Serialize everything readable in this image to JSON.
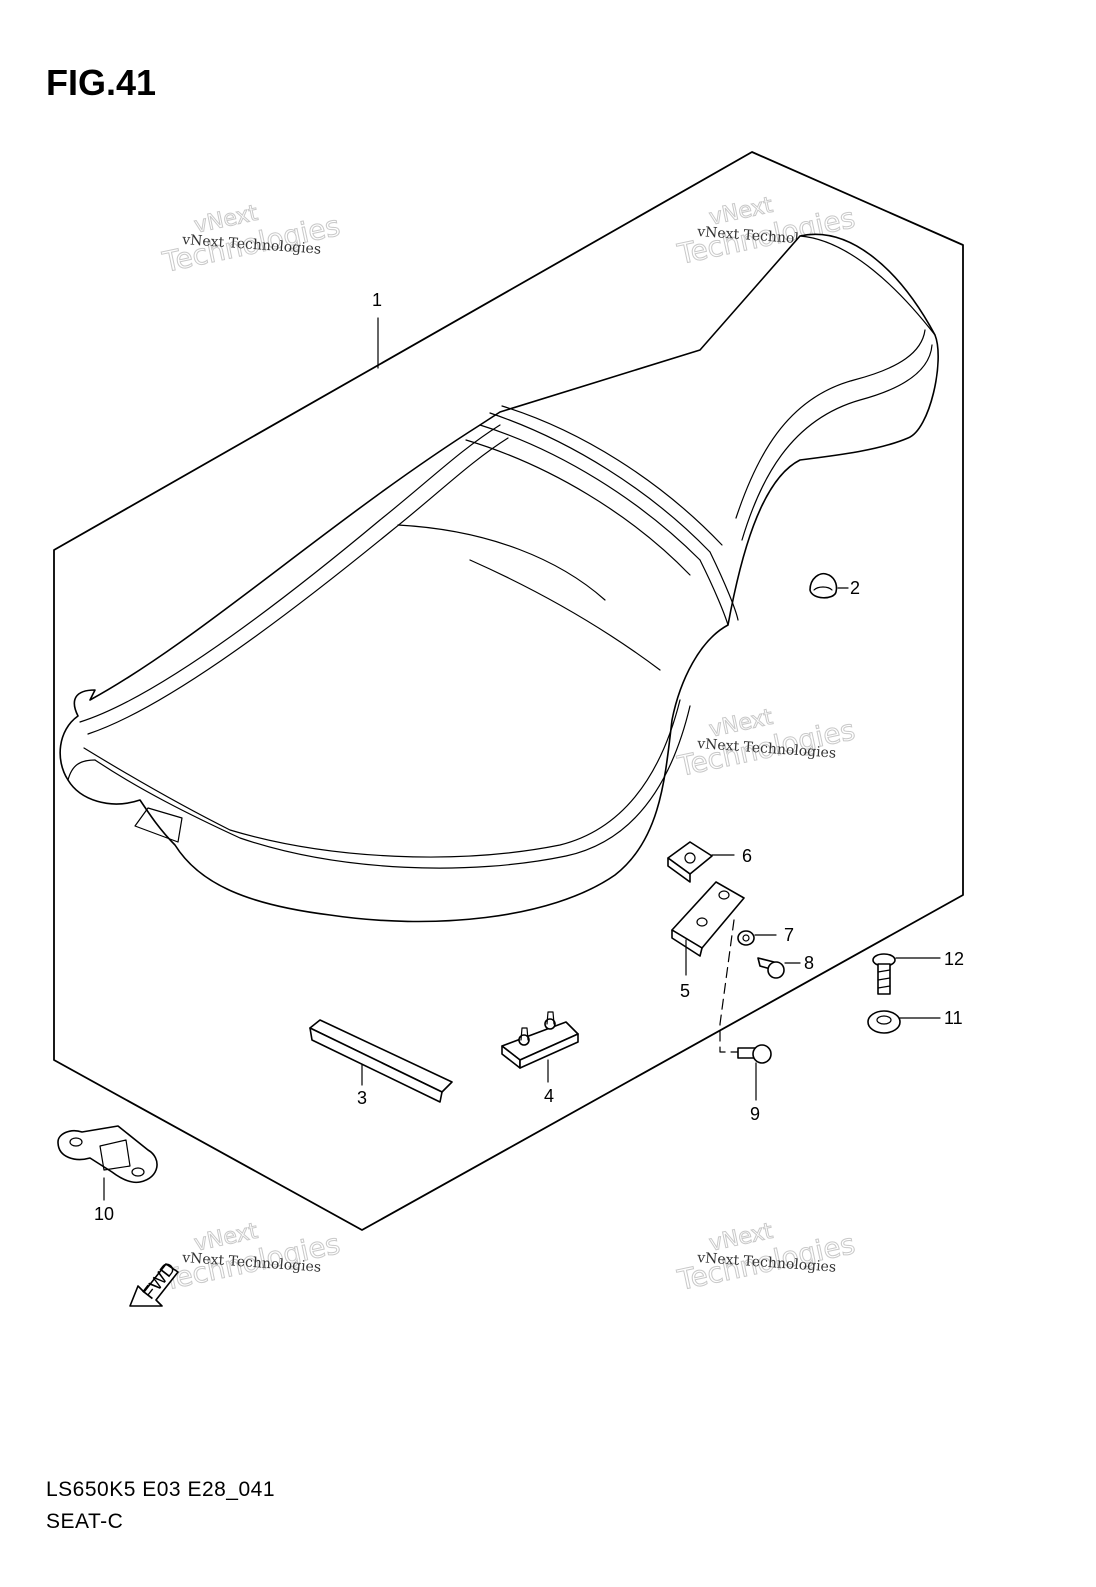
{
  "figure": {
    "title": "FIG.41"
  },
  "footer": {
    "code": "LS650K5 E03 E28_041",
    "name": "SEAT-C"
  },
  "callouts": [
    {
      "id": "1",
      "text": "1"
    },
    {
      "id": "2",
      "text": "2"
    },
    {
      "id": "3",
      "text": "3"
    },
    {
      "id": "4",
      "text": "4"
    },
    {
      "id": "5",
      "text": "5"
    },
    {
      "id": "6",
      "text": "6"
    },
    {
      "id": "7",
      "text": "7"
    },
    {
      "id": "8",
      "text": "8"
    },
    {
      "id": "9",
      "text": "9"
    },
    {
      "id": "10",
      "text": "10"
    },
    {
      "id": "11",
      "text": "11"
    },
    {
      "id": "12",
      "text": "12"
    }
  ],
  "watermark": {
    "line1": "vNext Technologies",
    "line2": "Technologies",
    "line3": "vNext"
  },
  "fwd_arrow": {
    "text": "FWD"
  }
}
